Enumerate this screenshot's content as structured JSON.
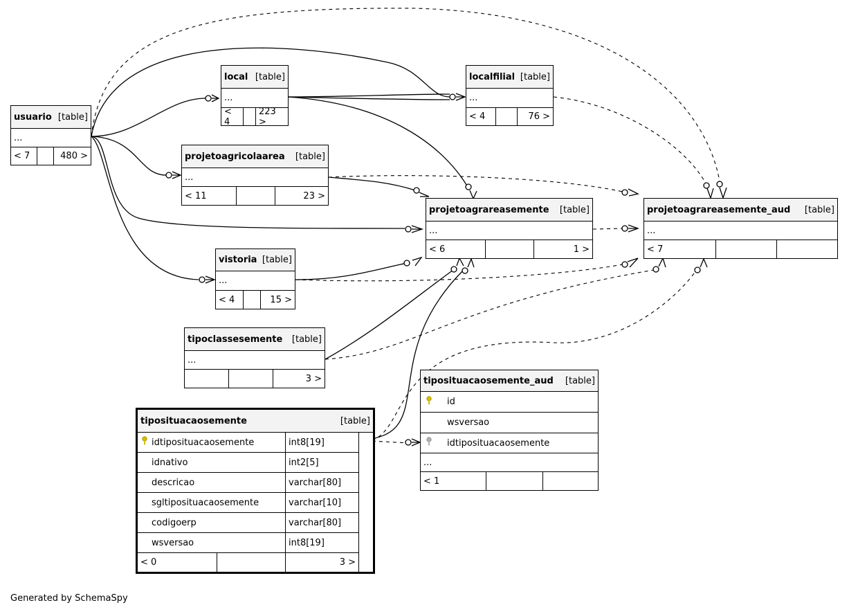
{
  "tables": {
    "usuario": {
      "name": "usuario",
      "tag": "[table]",
      "body": "...",
      "prev": "< 7",
      "mid": "",
      "next": "480 >"
    },
    "local": {
      "name": "local",
      "tag": "[table]",
      "body": "...",
      "prev": "< 4",
      "mid": "",
      "next": "223 >"
    },
    "localfilial": {
      "name": "localfilial",
      "tag": "[table]",
      "body": "...",
      "prev": "< 4",
      "mid": "",
      "next": "76 >"
    },
    "projetoagricolaarea": {
      "name": "projetoagricolaarea",
      "tag": "[table]",
      "body": "...",
      "prev": "< 11",
      "mid": "",
      "next": "23 >"
    },
    "projetoagrareasemente": {
      "name": "projetoagrareasemente",
      "tag": "[table]",
      "body": "...",
      "prev": "< 6",
      "mid": "",
      "next": "1 >"
    },
    "projetoagrareasemente_aud": {
      "name": "projetoagrareasemente_aud",
      "tag": "[table]",
      "body": "...",
      "prev": "< 7",
      "mid": "",
      "next": ""
    },
    "vistoria": {
      "name": "vistoria",
      "tag": "[table]",
      "body": "...",
      "prev": "< 4",
      "mid": "",
      "next": "15 >"
    },
    "tipoclassesemente": {
      "name": "tipoclassesemente",
      "tag": "[table]",
      "body": "...",
      "prev": "",
      "mid": "",
      "next": "3 >"
    },
    "tiposituacaosemente_aud": {
      "name": "tiposituacaosemente_aud",
      "tag": "[table]",
      "columns": [
        {
          "name": "id",
          "key": "primary"
        },
        {
          "name": "wsversao",
          "key": ""
        },
        {
          "name": "idtiposituacaosemente",
          "key": "foreign"
        }
      ],
      "body": "...",
      "prev": "< 1",
      "mid": "",
      "next": ""
    },
    "tiposituacaosemente": {
      "name": "tiposituacaosemente",
      "tag": "[table]",
      "columns": [
        {
          "name": "idtiposituacaosemente",
          "type": "int8[19]",
          "key": "primary"
        },
        {
          "name": "idnativo",
          "type": "int2[5]",
          "key": ""
        },
        {
          "name": "descricao",
          "type": "varchar[80]",
          "key": ""
        },
        {
          "name": "sgltiposituacaosemente",
          "type": "varchar[10]",
          "key": ""
        },
        {
          "name": "codigoerp",
          "type": "varchar[80]",
          "key": ""
        },
        {
          "name": "wsversao",
          "type": "int8[19]",
          "key": ""
        }
      ],
      "prev": "< 0",
      "mid": "",
      "next": "3 >"
    }
  },
  "colors": {
    "primary_key": "#d4c000",
    "foreign_key": "#b0b0b0",
    "header_bg": "#f3f3f3"
  },
  "footer": "Generated by SchemaSpy"
}
